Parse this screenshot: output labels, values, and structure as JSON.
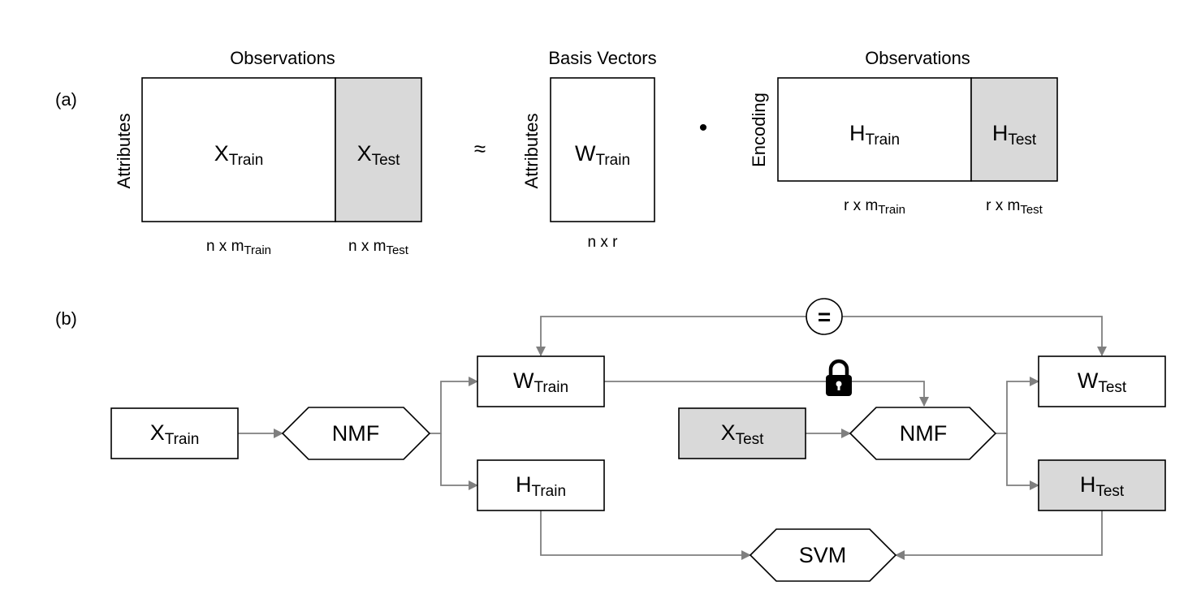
{
  "panel_a": {
    "label": "(a)",
    "x_matrix": {
      "top_label": "Observations",
      "side_label": "Attributes",
      "train": {
        "main": "X",
        "sub": "Train"
      },
      "test": {
        "main": "X",
        "sub": "Test"
      },
      "dim_train": {
        "main": "n x m",
        "sub": "Train"
      },
      "dim_test": {
        "main": "n x m",
        "sub": "Test"
      }
    },
    "approx_symbol": "≈",
    "w_matrix": {
      "top_label": "Basis Vectors",
      "side_label": "Attributes",
      "train": {
        "main": "W",
        "sub": "Train"
      },
      "dim": "n x r"
    },
    "dot_symbol": "•",
    "h_matrix": {
      "top_label": "Observations",
      "side_label": "Encoding",
      "train": {
        "main": "H",
        "sub": "Train"
      },
      "test": {
        "main": "H",
        "sub": "Test"
      },
      "dim_train": {
        "main": "r x m",
        "sub": "Train"
      },
      "dim_test": {
        "main": "r x m",
        "sub": "Test"
      }
    }
  },
  "panel_b": {
    "label": "(b)",
    "x_train": {
      "main": "X",
      "sub": "Train"
    },
    "nmf_train": "NMF",
    "w_train": {
      "main": "W",
      "sub": "Train"
    },
    "h_train": {
      "main": "H",
      "sub": "Train"
    },
    "equals_symbol": "=",
    "lock_icon": "padlock-icon",
    "x_test": {
      "main": "X",
      "sub": "Test"
    },
    "nmf_test": "NMF",
    "w_test": {
      "main": "W",
      "sub": "Test"
    },
    "h_test": {
      "main": "H",
      "sub": "Test"
    },
    "svm": "SVM"
  },
  "colors": {
    "test_fill": "#d9d9d9",
    "arrow": "#7f7f7f",
    "outline": "#000000"
  }
}
